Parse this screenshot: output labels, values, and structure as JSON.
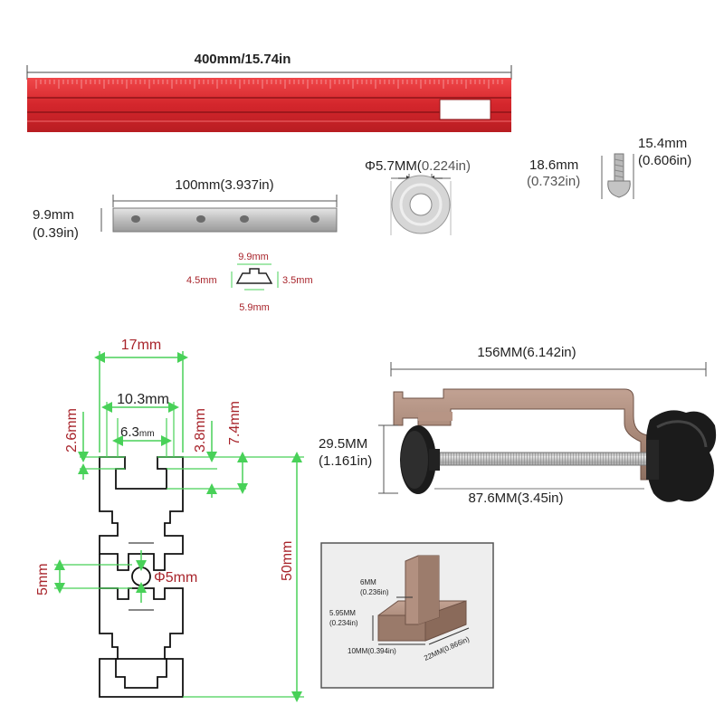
{
  "rail": {
    "length_label": "400mm/15.74in"
  },
  "t_bolt_bar": {
    "length_label": "100mm(3.937in)",
    "height_label_mm": "9.9mm",
    "height_label_in": "(0.39in)"
  },
  "slider_profile": {
    "top_label": "9.9mm",
    "left_label": "4.5mm",
    "right_label": "3.5mm",
    "bottom_label": "5.9mm"
  },
  "washer": {
    "diameter_label_prefix": "Φ5.7MM(",
    "diameter_label_suffix": "0.224in)"
  },
  "screw": {
    "length_label_mm": "18.6mm",
    "length_label_in": "(0.732in)",
    "head_label_mm": "15.4mm",
    "head_label_in": "(0.606in)"
  },
  "cross_section": {
    "width_outer": "17mm",
    "width_slot": "10.3mm",
    "width_opening": "6.3",
    "width_opening_unit": "mm",
    "depth_lip": "2.6mm",
    "depth_slot": "3.8mm",
    "depth_total": "7.4mm",
    "center_gap": "5mm",
    "hole": "Φ5mm",
    "height_total": "50mm"
  },
  "clamp": {
    "width_label": "156MM(6.142in)",
    "height_label_mm": "29.5MM",
    "height_label_in": "(1.161in)",
    "screw_label": "87.6MM(3.45in)"
  },
  "foot_detail": {
    "post_label_mm": "6MM",
    "post_label_in": "(0.236in)",
    "height_label_mm": "5.95MM",
    "height_label_in": "(0.234in)",
    "width_label": "10MM(0.394in)",
    "length_label": "22MM(0.866in)"
  },
  "colors": {
    "rail_red": "#d4262c",
    "dim_green": "#48d158",
    "dim_red": "#a8242b",
    "clamp_bronze": "#a88878",
    "knob_black": "#1b1b1b"
  }
}
